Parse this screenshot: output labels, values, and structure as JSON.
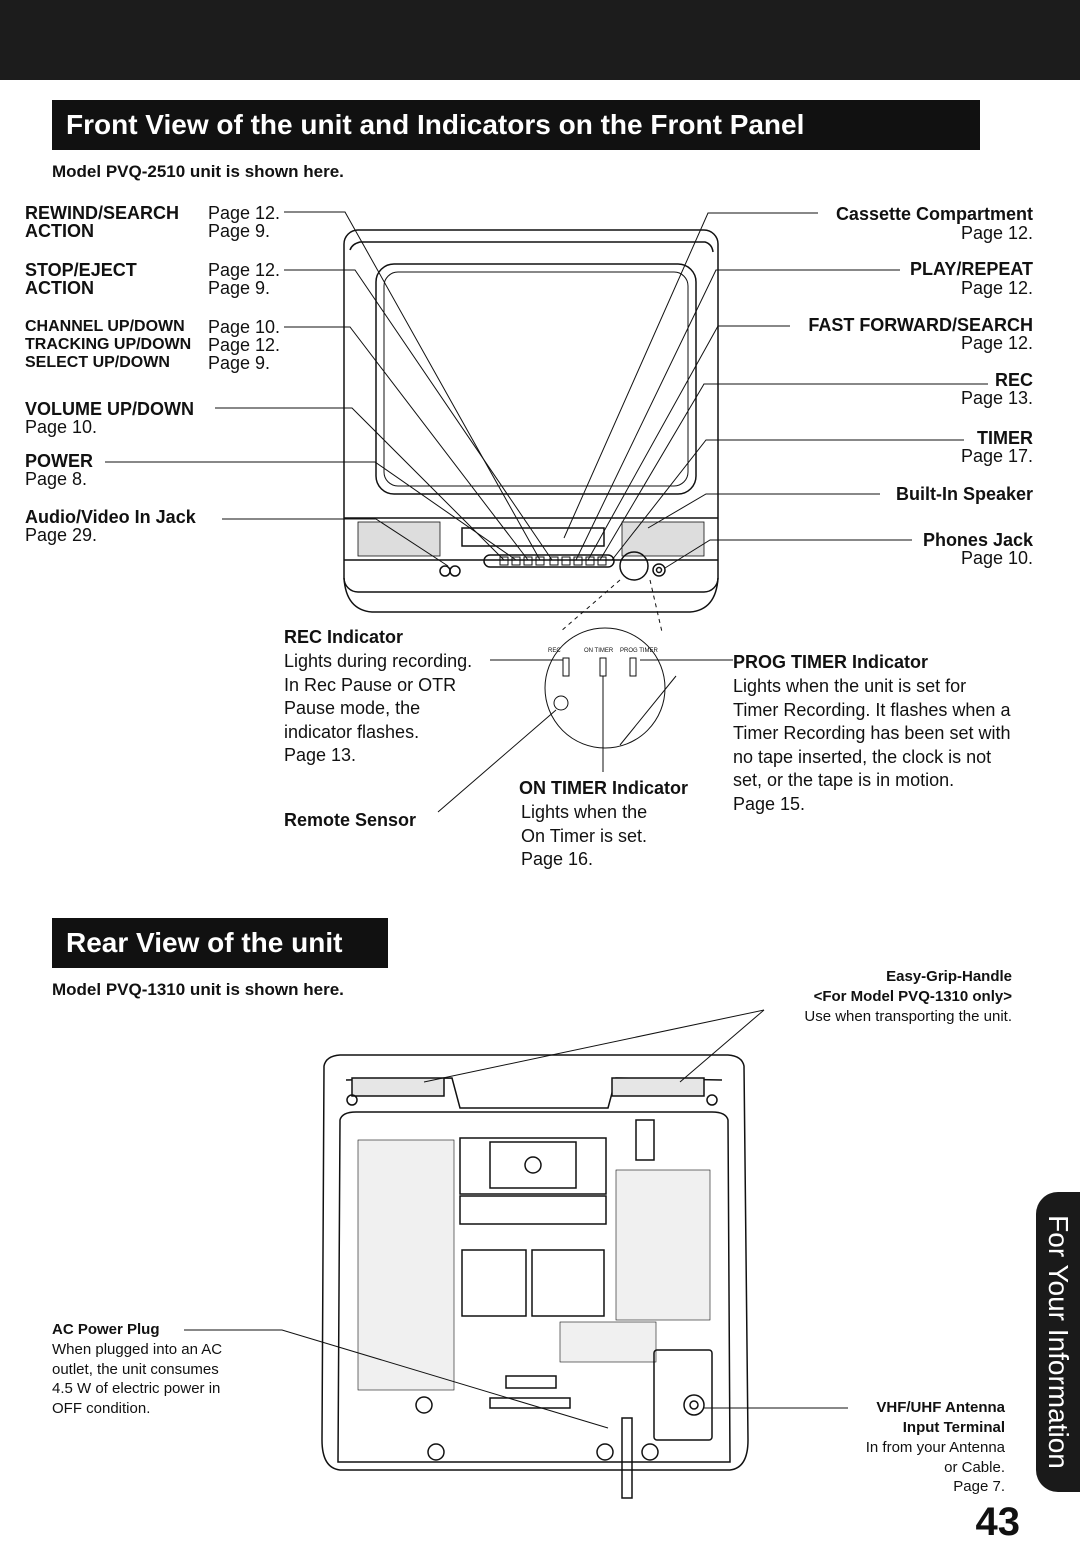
{
  "front": {
    "title": "Front View of the unit and Indicators on the Front Panel",
    "model": "Model PVQ-2510 unit is shown here.",
    "left": [
      {
        "label": "REWIND/SEARCH",
        "page": "Page 12."
      },
      {
        "label": "ACTION",
        "page": "Page  9."
      },
      {
        "label": "STOP/EJECT",
        "page": "Page 12."
      },
      {
        "label": "ACTION",
        "page": "Page  9."
      },
      {
        "label": "CHANNEL UP/DOWN",
        "page": "Page 10."
      },
      {
        "label": "TRACKING UP/DOWN",
        "page": "Page 12."
      },
      {
        "label": "SELECT UP/DOWN",
        "page": "Page  9."
      }
    ],
    "volume": {
      "label": "VOLUME UP/DOWN",
      "page": "Page 10."
    },
    "power": {
      "label": "POWER",
      "page": "Page 8."
    },
    "av_jack": {
      "label": "Audio/Video In Jack",
      "page": "Page 29."
    },
    "right": [
      {
        "label": "Cassette Compartment",
        "page": "Page 12."
      },
      {
        "label": "PLAY/REPEAT",
        "page": "Page 12."
      },
      {
        "label": "FAST FORWARD/SEARCH",
        "page": "Page 12."
      },
      {
        "label": "REC",
        "page": "Page 13."
      },
      {
        "label": "TIMER",
        "page": "Page 17."
      },
      {
        "label": "Built-In Speaker",
        "page": ""
      },
      {
        "label": "Phones Jack",
        "page": "Page 10."
      }
    ],
    "rec_indicator": {
      "title": "REC Indicator",
      "lines": [
        "Lights during recording.",
        "In Rec Pause or OTR",
        "Pause mode, the",
        "indicator flashes.",
        "Page 13."
      ]
    },
    "remote_sensor": "Remote Sensor",
    "on_timer": {
      "title": "ON TIMER Indicator",
      "lines": [
        "Lights when the",
        "On Timer is set.",
        "Page 16."
      ]
    },
    "prog_timer": {
      "title": "PROG TIMER Indicator",
      "lines": [
        "Lights when the unit is set for",
        "Timer Recording. It flashes when a",
        "Timer Recording has been set with",
        "no tape inserted, the clock is not",
        "set, or the tape is in motion.",
        "Page 15."
      ]
    },
    "panel_labels": [
      "REC",
      "ON TIMER",
      "PROG TIMER"
    ]
  },
  "rear": {
    "title": "Rear View of the unit",
    "model": "Model PVQ-1310 unit is shown here.",
    "handle": {
      "title": "Easy-Grip-Handle",
      "sub": "<For Model PVQ-1310 only>",
      "desc": "Use when transporting the unit."
    },
    "ac_plug": {
      "title": "AC Power Plug",
      "lines": [
        "When plugged into an AC",
        "outlet, the unit consumes",
        "4.5 W of electric power in",
        "OFF condition."
      ]
    },
    "antenna": {
      "title1": "VHF/UHF Antenna",
      "title2": "Input Terminal",
      "lines": [
        "In from your Antenna",
        "or Cable.",
        "Page 7."
      ]
    }
  },
  "side_tab": "For Your Information",
  "page_number": "43"
}
